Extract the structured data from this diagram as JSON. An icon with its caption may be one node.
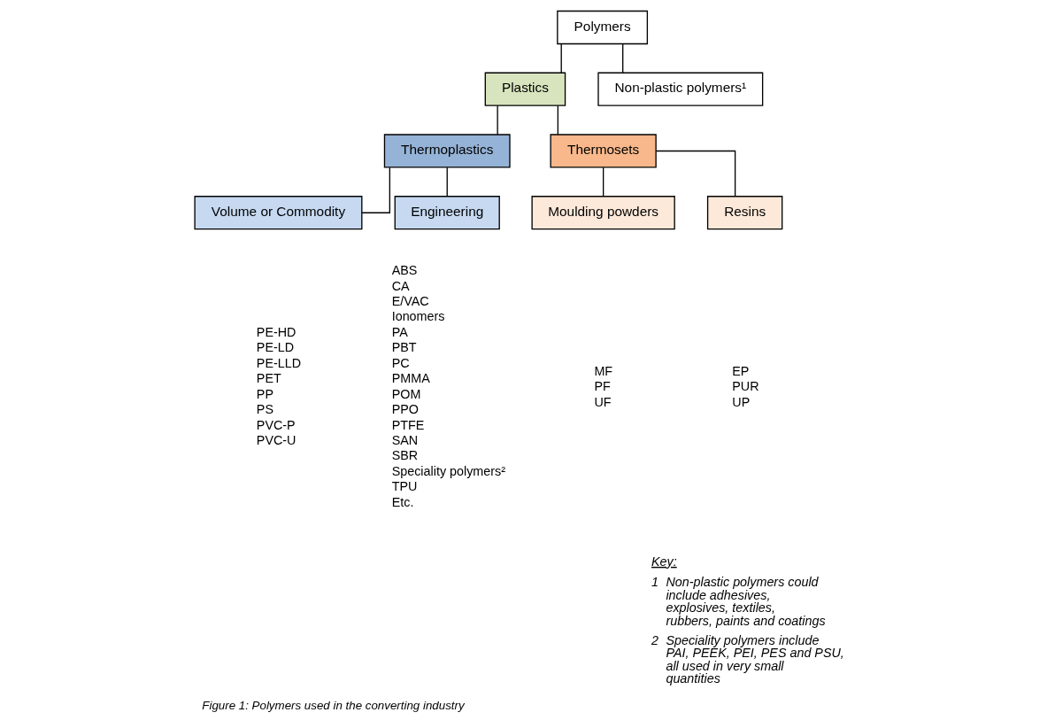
{
  "diagram": {
    "caption": "Figure 1: Polymers used in the converting industry",
    "nodes": [
      {
        "text": [
          "Polymers"
        ]
      },
      {
        "text": [
          "Plastics"
        ]
      },
      {
        "text": [
          "Non-plastic polymers¹"
        ]
      },
      {
        "text": [
          "Thermoplastics"
        ]
      },
      {
        "text": [
          "Thermosets"
        ]
      },
      {
        "text": [
          "Volume or Commodity"
        ],
        "beside": [
          "PE-HD",
          "PE-LD",
          "PE-LLD",
          "PET",
          "PP",
          "PS",
          "PVC-P",
          "PVC-U"
        ]
      },
      {
        "text": [
          "Engineering"
        ],
        "beside": [
          "ABS",
          "CA",
          "E/VAC",
          "Ionomers",
          "PA",
          "PBT",
          "PC",
          "PMMA",
          "POM",
          "PPO",
          "PTFE",
          "SAN",
          "SBR",
          "Speciality polymers²",
          "TPU",
          "Etc."
        ]
      },
      {
        "text": [
          "Moulding powders"
        ],
        "beside": [
          "MF",
          "PF",
          "UF"
        ]
      },
      {
        "text": [
          "Resins"
        ],
        "beside": [
          "EP",
          "PUR",
          "UP"
        ]
      }
    ],
    "edges": [
      {
        "from": 0,
        "to": 1,
        "arrow": "none"
      },
      {
        "from": 0,
        "to": 2,
        "arrow": "none"
      },
      {
        "from": 1,
        "to": 3,
        "arrow": "none"
      },
      {
        "from": 1,
        "to": 4,
        "arrow": "none"
      },
      {
        "from": 3,
        "to": 5,
        "arrow": "none"
      },
      {
        "from": 3,
        "to": 6,
        "arrow": "none"
      },
      {
        "from": 4,
        "to": 7,
        "arrow": "none"
      },
      {
        "from": 4,
        "to": 8,
        "arrow": "none"
      }
    ],
    "labels": [
      "Key:",
      "1",
      "Non-plastic polymers could include adhesives, explosives, textiles, rubbers, paints and coatings",
      "2",
      "Speciality polymers include PAI, PEEK, PEI, PES and PSU, all used in very small quantities"
    ]
  }
}
